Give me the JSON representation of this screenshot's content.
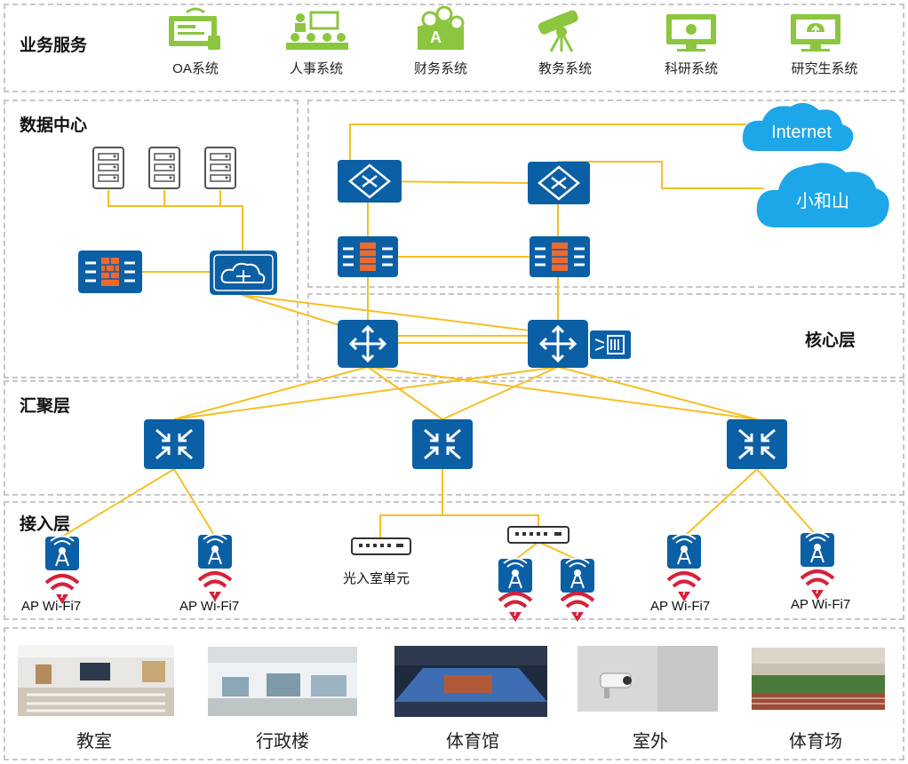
{
  "zones": {
    "business": "业务服务",
    "datacenter": "数据中心",
    "core": "核心层",
    "aggregation": "汇聚层",
    "access": "接入层"
  },
  "services": [
    "OA系统",
    "人事系统",
    "财务系统",
    "教务系统",
    "科研系统",
    "研究生系统"
  ],
  "clouds": {
    "internet": "Internet",
    "local": "小和山"
  },
  "ap_labels": [
    "AP  Wi-Fi7",
    "AP  Wi-Fi7",
    "AP  Wi-Fi7",
    "AP  Wi-Fi7"
  ],
  "optical_unit": "光入室单元",
  "scenes": [
    "教室",
    "行政楼",
    "体育馆",
    "室外",
    "体育场"
  ],
  "colors": {
    "device_blue": "#0b5fa5",
    "link_yellow": "#f5c026",
    "icon_green": "#8cc63f",
    "cloud_blue": "#1ea7e8",
    "wifi_red": "#d8203a"
  }
}
